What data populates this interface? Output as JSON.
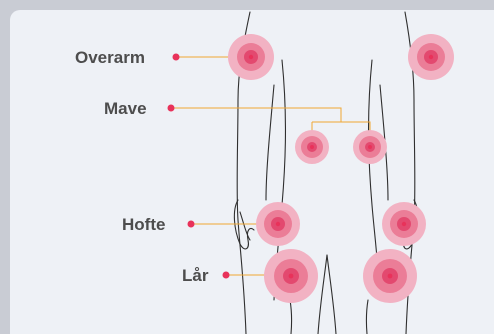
{
  "labels": {
    "upper_arm": "Overarm",
    "belly": "Mave",
    "hip": "Hofte",
    "thigh": "Lår"
  },
  "colors": {
    "background": "#eef1f6",
    "frame": "#c9ccd4",
    "outline": "#2f2f2f",
    "connector": "#f0a733",
    "dot": "#e8325a",
    "ring_outer": "#f2b2c3",
    "ring_mid": "#eb7d97",
    "ring_inner": "#e3496f",
    "label_text": "#4d4d4d"
  },
  "icons": {
    "injection_site": "target-circle-icon",
    "label_dot": "dot-icon"
  }
}
